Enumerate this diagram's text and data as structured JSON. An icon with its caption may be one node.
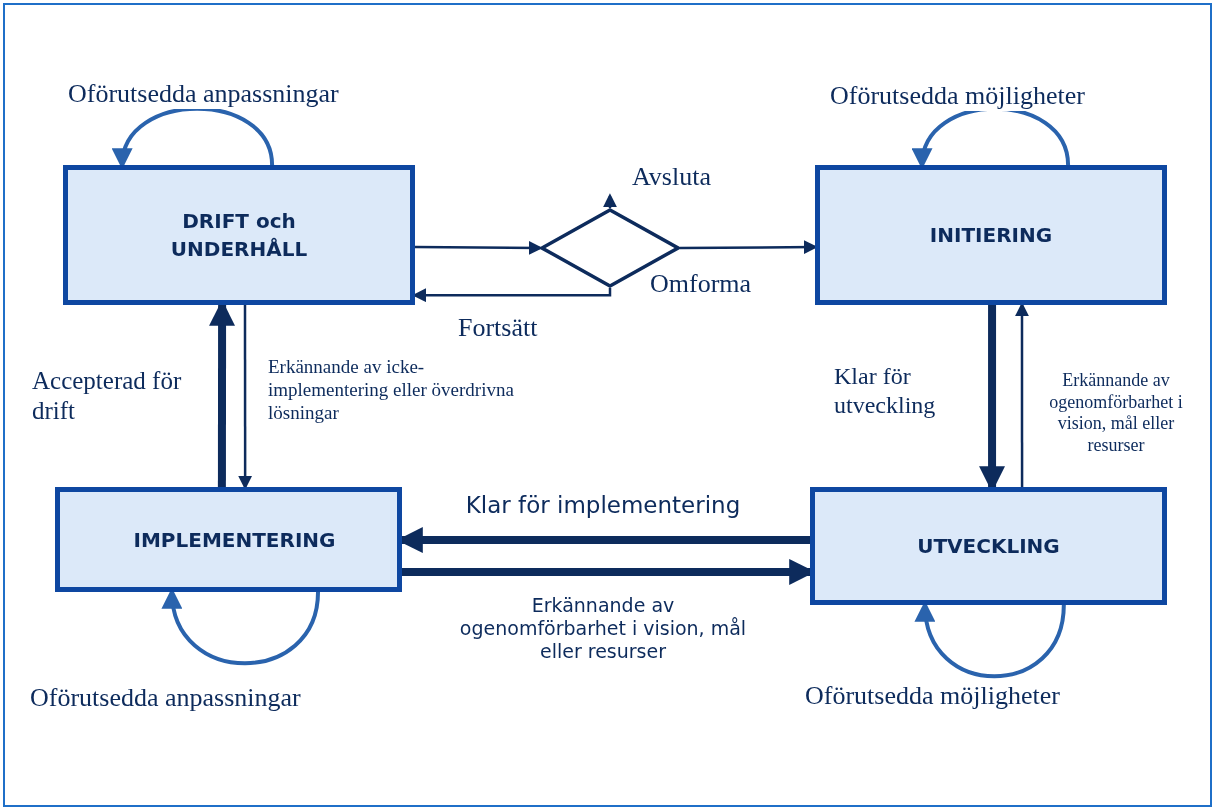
{
  "diagram": {
    "nodes": [
      {
        "text": [
          "DRIFT och UNDERHÅLL"
        ]
      },
      {
        "text": [],
        "shape": "diamond"
      },
      {
        "text": [
          "INITIERING"
        ]
      },
      {
        "text": [
          "IMPLEMENTERING"
        ]
      },
      {
        "text": [
          "UTVECKLING"
        ]
      },
      {
        "text": [
          "Avsluta"
        ]
      }
    ],
    "edges": [
      {
        "from": 0,
        "to": 0,
        "arrow": "to",
        "label": "Oförutsedda anpassningar",
        "color": "#2a63ad"
      },
      {
        "from": 0,
        "to": 1,
        "arrow": "to"
      },
      {
        "from": 1,
        "to": 5,
        "arrow": "to"
      },
      {
        "from": 1,
        "to": 2,
        "arrow": "to",
        "label": "Omforma"
      },
      {
        "from": 1,
        "to": 0,
        "arrow": "to",
        "label": "Fortsätt"
      },
      {
        "from": 2,
        "to": 2,
        "arrow": "to",
        "label": "Oförutsedda möjligheter",
        "color": "#2a63ad"
      },
      {
        "from": 3,
        "to": 0,
        "arrow": "to",
        "label": "Accepterad för drift",
        "style": "thick"
      },
      {
        "from": 0,
        "to": 3,
        "arrow": "to",
        "label": "Erkännande av icke-implementering eller överdrivna lösningar"
      },
      {
        "from": 2,
        "to": 4,
        "arrow": "to",
        "label": "Klar för utveckling",
        "style": "thick"
      },
      {
        "from": 4,
        "to": 2,
        "arrow": "to",
        "label": "Erkännande av ogenomförbarhet i vision, mål eller resurser"
      },
      {
        "from": 4,
        "to": 3,
        "arrow": "to",
        "label": "Klar för implementering",
        "style": "thick"
      },
      {
        "from": 3,
        "to": 4,
        "arrow": "to",
        "label": "Erkännande av ogenomförbarhet i vision, mål eller resurser",
        "style": "thick"
      },
      {
        "from": 3,
        "to": 3,
        "arrow": "to",
        "label": "Oförutsedda anpassningar",
        "color": "#2a63ad"
      },
      {
        "from": 4,
        "to": 4,
        "arrow": "to",
        "label": "Oförutsedda möjligheter",
        "color": "#2a63ad"
      }
    ]
  }
}
